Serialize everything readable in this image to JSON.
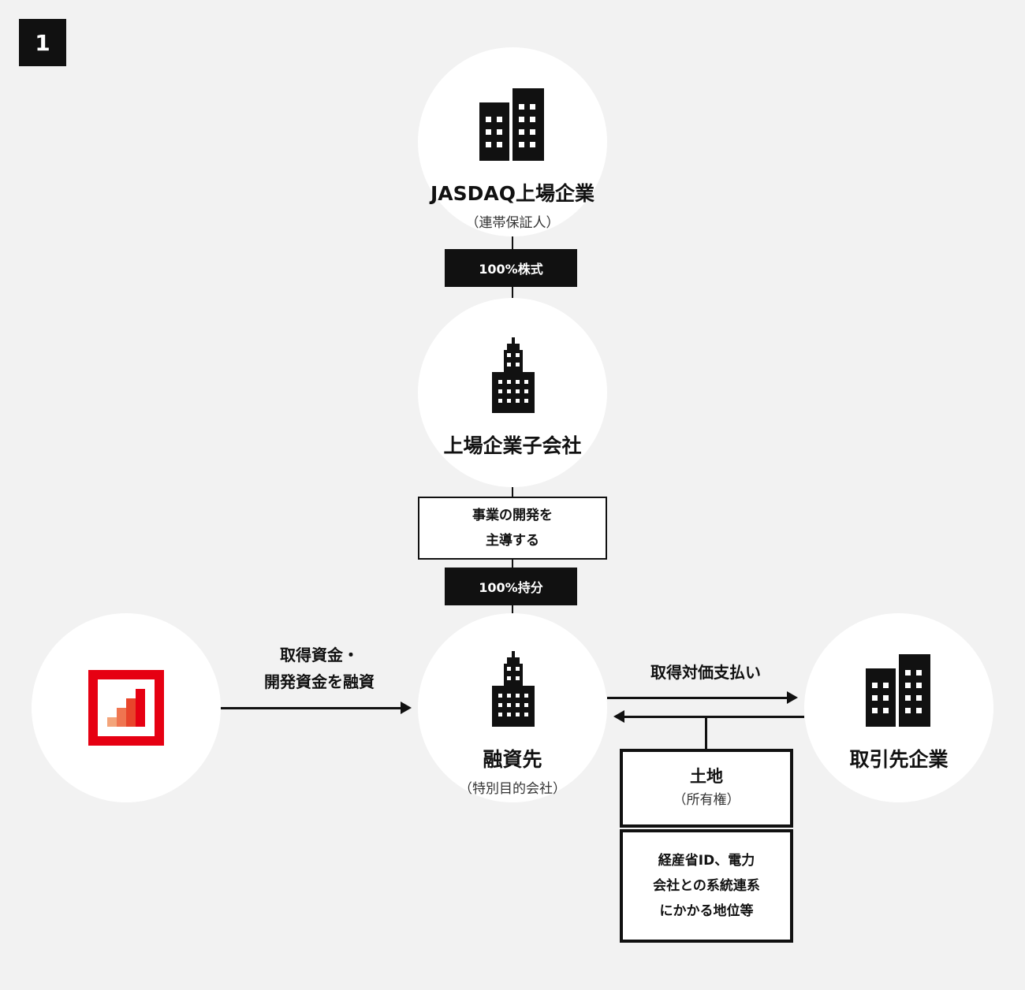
{
  "badge": "1",
  "nodes": {
    "parent": {
      "title": "JASDAQ上場企業",
      "subtitle": "（連帯保証人）"
    },
    "subsidiary": {
      "title": "上場企業子会社"
    },
    "borrower": {
      "title": "融資先",
      "subtitle": "（特別目的会社）"
    },
    "partner": {
      "title": "取引先企業"
    }
  },
  "tags": {
    "shares": "100%株式",
    "equity": "100%持分"
  },
  "lead_box": [
    "事業の開発を",
    "主導する"
  ],
  "arrows": {
    "financing": [
      "取得資金・",
      "開発資金を融資"
    ],
    "payment": "取得対価支払い"
  },
  "land_box": {
    "title": "土地",
    "subtitle": "（所有権）"
  },
  "rights_box": [
    "経産省ID、電力",
    "会社との系統連系",
    "にかかる地位等"
  ],
  "colors": {
    "logo_red": "#e60012",
    "black": "#111111"
  }
}
